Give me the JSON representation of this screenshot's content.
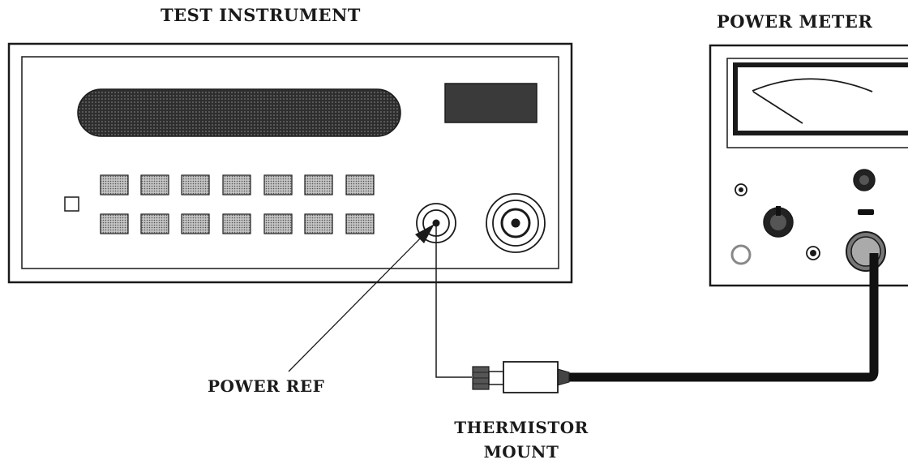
{
  "labels": {
    "test_instrument": "TEST INSTRUMENT",
    "power_meter": "POWER METER",
    "power_ref": "POWER REF",
    "thermistor_mount_line1": "THERMISTOR",
    "thermistor_mount_line2": "MOUNT"
  },
  "colors": {
    "line": "#1a1a1a",
    "speaker_grille": "#333333",
    "display": "#3a3a3a",
    "key_fill": "#b8b8b8",
    "cable": "#111111"
  }
}
